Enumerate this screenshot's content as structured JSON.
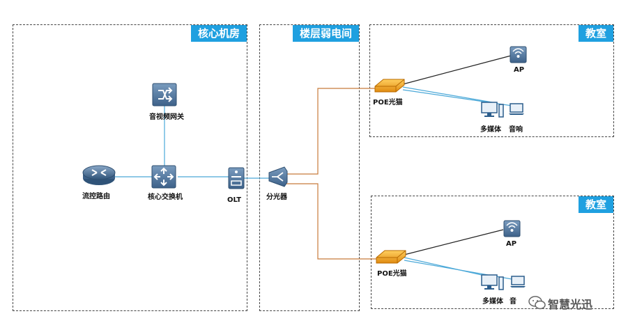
{
  "zones": {
    "core": "核心机房",
    "floor": "楼层弱电间",
    "classroom_top": "教室",
    "classroom_bottom": "教室"
  },
  "devices": {
    "gateway": "音视频网关",
    "router": "流控路由",
    "core_switch": "核心交换机",
    "olt": "OLT",
    "splitter": "分光器",
    "poe_top": "POE光猫",
    "poe_bottom": "POE光猫",
    "ap_top": "AP",
    "ap_bottom": "AP",
    "multimedia_top": "多媒体",
    "audio_top": "音响",
    "multimedia_bottom": "多媒体",
    "audio_bottom": "音"
  },
  "watermark": "智慧光迅",
  "colors": {
    "zone_title_bg": "#1fa0e0",
    "fiber": "#c87a3a",
    "ethernet": "#4aa8d8",
    "link_black": "#222222",
    "poe_orange": "#f0a020"
  }
}
